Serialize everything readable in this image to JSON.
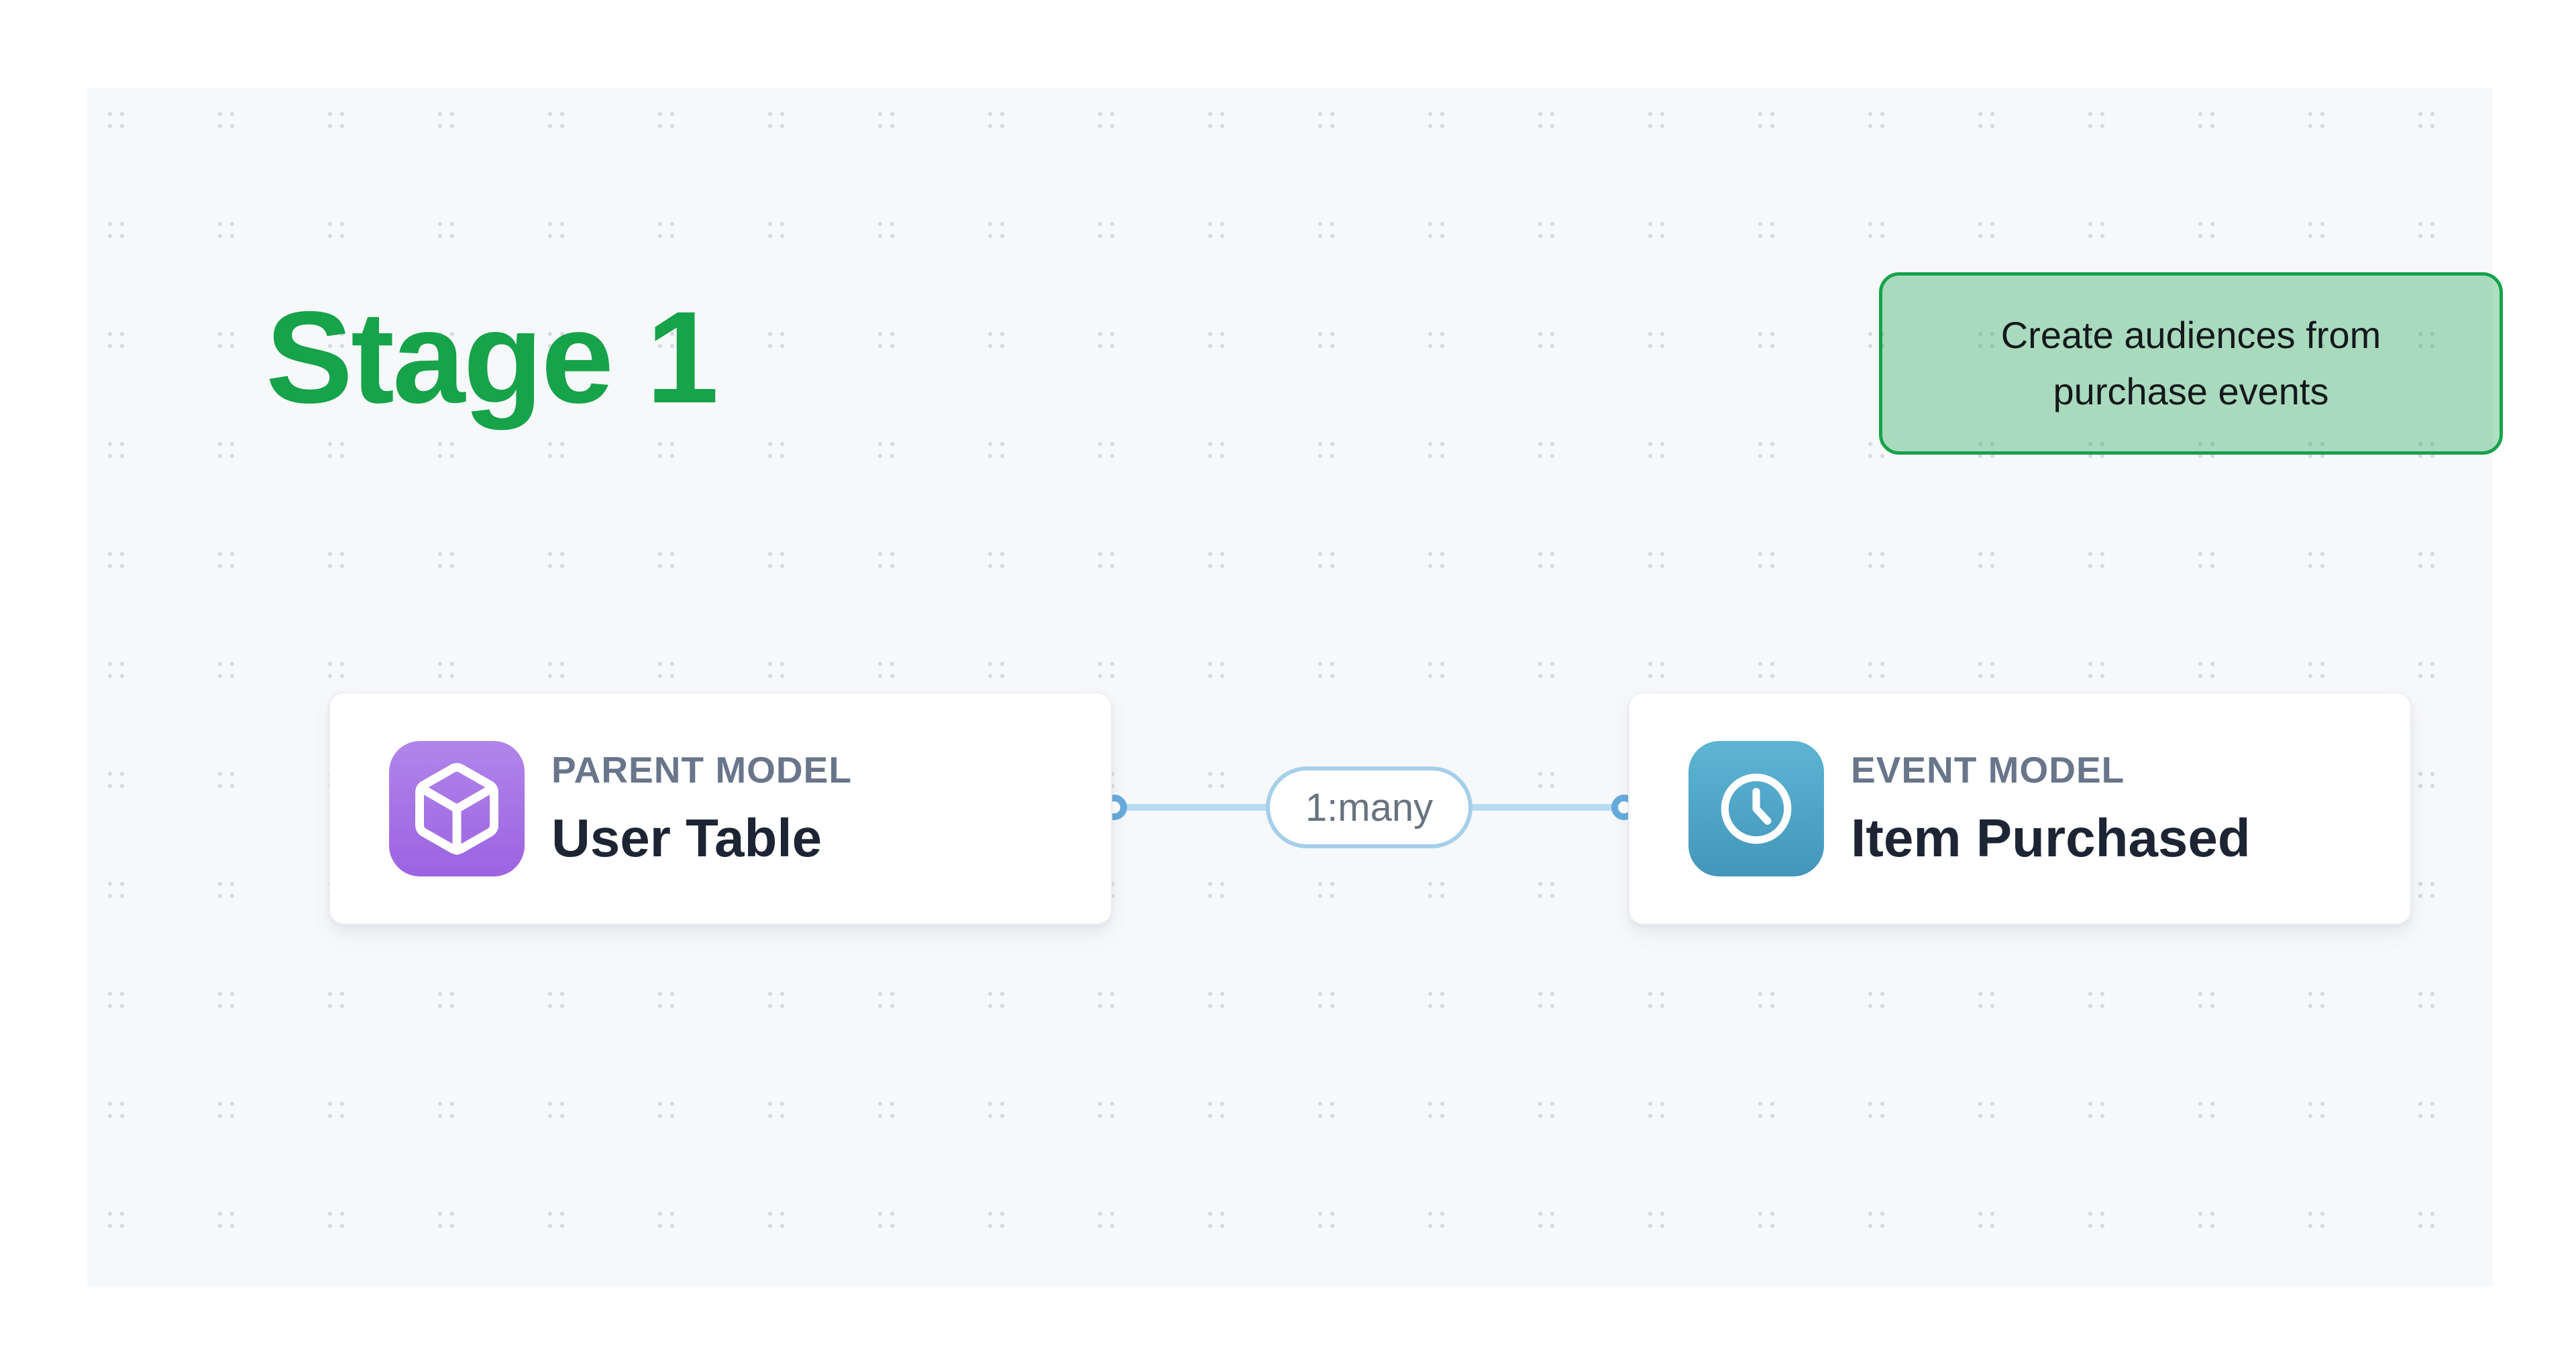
{
  "stage": {
    "title": "Stage 1"
  },
  "annotation": {
    "text": "Create audiences from purchase events",
    "line1": "Create audiences from",
    "line2": "purchase events"
  },
  "nodes": [
    {
      "id": "parent-model",
      "type_label": "PARENT MODEL",
      "name": "User Table",
      "icon": "cube-icon",
      "accent_top": "#b185ea",
      "accent_bottom": "#9c63e2"
    },
    {
      "id": "event-model",
      "type_label": "EVENT MODEL",
      "name": "Item Purchased",
      "icon": "clock-icon",
      "accent_top": "#5db5d3",
      "accent_bottom": "#4396bb"
    }
  ],
  "edge": {
    "label": "1:many"
  },
  "colors": {
    "page_bg": "#ffffff",
    "canvas_bg": "#f7f8fa",
    "dot_grid": "#d7dade",
    "stage_green": "#16a34a",
    "annotation_border": "#16a34a",
    "annotation_fill": "rgba(22,163,74,0.35)",
    "annotation_text": "#14181d",
    "card_bg": "#ffffff",
    "card_border": "#eceef3",
    "type_label_gray": "#68758a",
    "name_dark": "#1d2534",
    "edge_line": "#b7dbf2",
    "edge_ring": "#66abdc",
    "pill_border": "#a5cfea",
    "pill_text": "#68737f"
  }
}
